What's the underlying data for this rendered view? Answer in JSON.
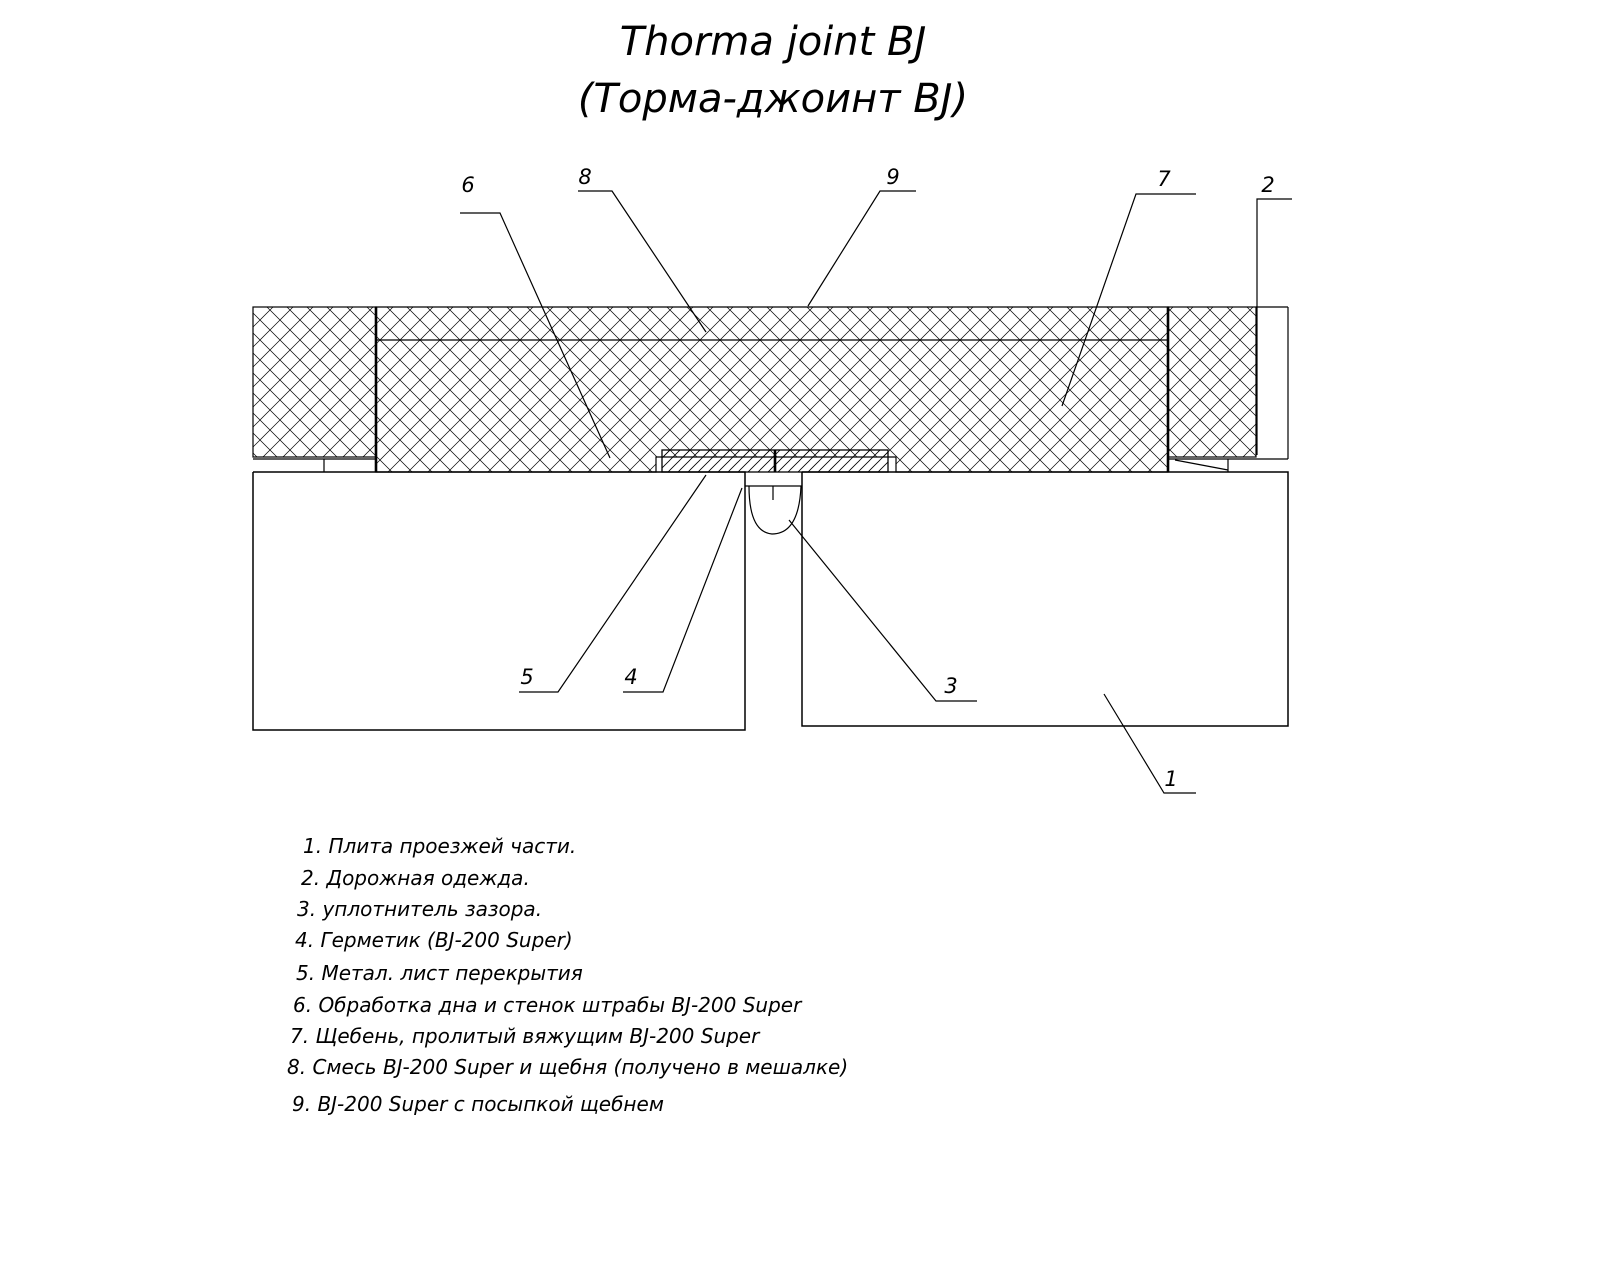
{
  "title": {
    "line1": "Thorma joint BJ",
    "line2": "(Торма-джоинт BJ)"
  },
  "callouts": [
    "1",
    "2",
    "3",
    "4",
    "5",
    "6",
    "7",
    "8",
    "9"
  ],
  "legend": [
    "1. Плита проезжей части.",
    "2. Дорожная одежда.",
    "3. уплотнитель зазора.",
    "4. Герметик (BJ-200 Super)",
    "5. Метал. лист перекрытия",
    "6. Обработка дна и стенок штрабы BJ-200 Super",
    "7. Щебень, пролитый вяжущим BJ-200 Super",
    "8. Смесь BJ-200 Super и щебня (получено в мешалке)",
    "9. BJ-200 Super с посыпкой щебнем"
  ]
}
